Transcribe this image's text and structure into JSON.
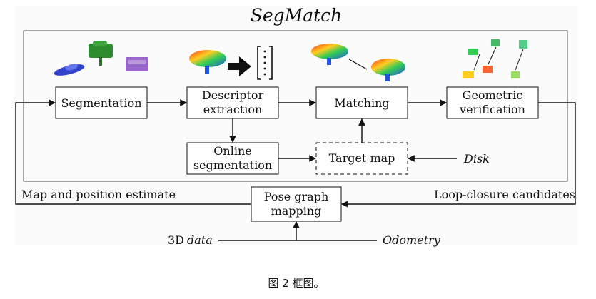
{
  "title": "SegMatch",
  "boxes": {
    "segmentation": "Segmentation",
    "descriptor_1": "Descriptor",
    "descriptor_2": "extraction",
    "matching": "Matching",
    "geometric_1": "Geometric",
    "geometric_2": "verification",
    "online_1": "Online",
    "online_2": "segmentation",
    "target_map": "Target map",
    "pose_1": "Pose graph",
    "pose_2": "mapping"
  },
  "inputs": {
    "disk": "Disk",
    "data_3d_prefix": "3D",
    "data_3d_suffix": "data",
    "odometry": "Odometry"
  },
  "side_labels": {
    "left": "Map and position estimate",
    "right": "Loop-closure candidates"
  },
  "caption": "图 2 框图。",
  "colors": {
    "line": "#111111",
    "frame": "#555555",
    "car": "#3344cc",
    "tree": "#2e8b2e",
    "truck": "#9966cc",
    "heat_low": "#2255dd",
    "heat_mid": "#33cc55",
    "heat_high": "#ff3311"
  }
}
